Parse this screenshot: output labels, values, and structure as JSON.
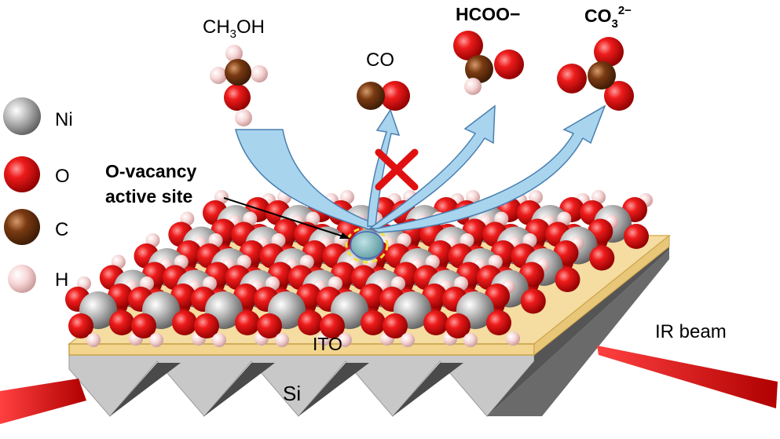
{
  "legend": {
    "items": [
      {
        "label": "Ni",
        "color": "#9a9a9a"
      },
      {
        "label": "O",
        "color": "#e01010"
      },
      {
        "label": "C",
        "color": "#7a3a12"
      },
      {
        "label": "H",
        "color": "#f4c8c8"
      }
    ]
  },
  "molecules": {
    "methanol": {
      "formula_main": "CH",
      "formula_sub": "3",
      "formula_rest": "OH"
    },
    "co": {
      "label": "CO"
    },
    "formate": {
      "label": "HCOO−"
    },
    "carbonate": {
      "formula_main": "CO",
      "formula_sub": "3",
      "formula_sup": "2−"
    }
  },
  "annotations": {
    "active_site_line1": "O-vacancy",
    "active_site_line2": "active site",
    "ito": "ITO",
    "si": "Si",
    "ir_beam": "IR beam"
  },
  "colors": {
    "arrow_fill": "#a8d4ee",
    "arrow_stroke": "#4a7fb0",
    "ito_fill": "#f3d58e",
    "si_fill": "#c8c8c8",
    "si_dark": "#505050",
    "ir_beam": "#d81010",
    "cross": "#e01010",
    "vacancy_ring": "#f0e040"
  }
}
